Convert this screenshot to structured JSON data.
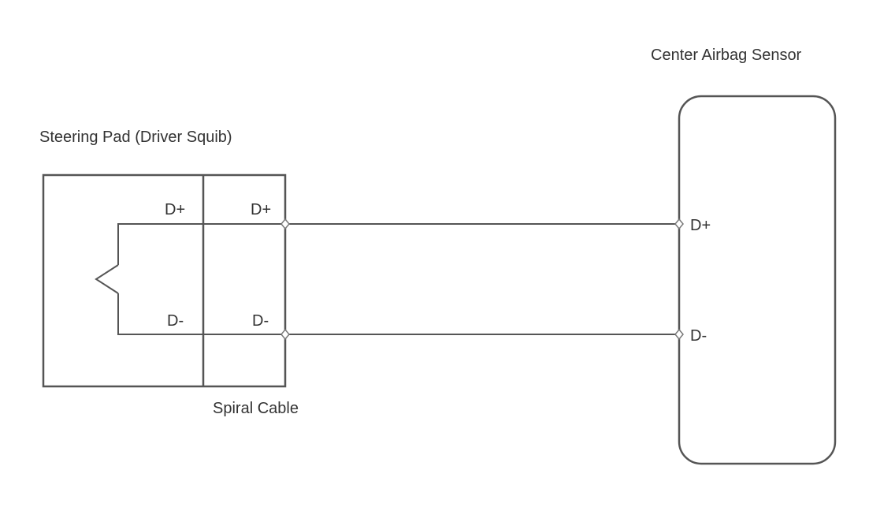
{
  "labels": {
    "steering_pad": "Steering Pad (Driver Squib)",
    "spiral_cable": "Spiral Cable",
    "center_sensor": "Center Airbag Sensor"
  },
  "terminals": {
    "pad_dplus": "D+",
    "pad_dminus": "D-",
    "spiral_dplus": "D+",
    "spiral_dminus": "D-",
    "sensor_dplus": "D+",
    "sensor_dminus": "D-"
  },
  "colors": {
    "line": "#555555",
    "text": "#333333",
    "background": "#ffffff"
  }
}
